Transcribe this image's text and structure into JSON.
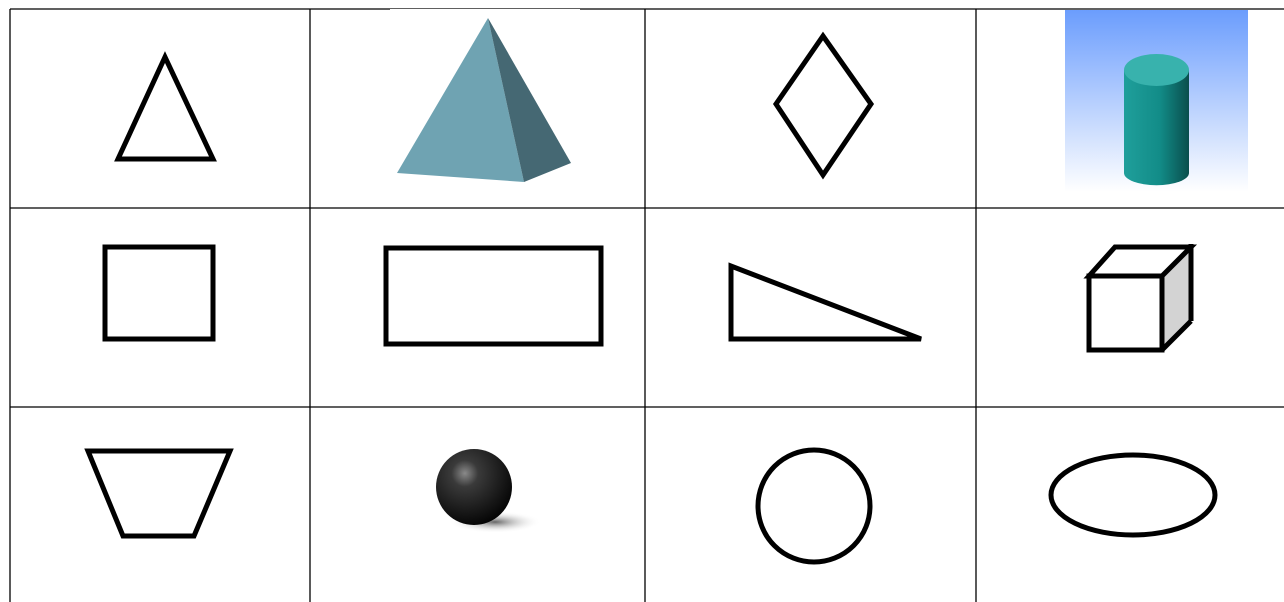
{
  "grid": {
    "rows": 3,
    "columns": 4,
    "cells": [
      {
        "shape": "triangle-outline",
        "style": "outline"
      },
      {
        "shape": "square-pyramid",
        "style": "shaded-3d",
        "colors": {
          "face_light": "#6fa3b2",
          "face_dark": "#456873"
        }
      },
      {
        "shape": "rhombus-outline",
        "style": "outline"
      },
      {
        "shape": "cylinder",
        "style": "shaded-3d",
        "colors": {
          "background_top": "#6b9dfd",
          "background_bottom": "#ffffff",
          "body": "#1c9e9a",
          "top": "#38b2ad"
        }
      },
      {
        "shape": "square-outline",
        "style": "outline"
      },
      {
        "shape": "rectangle-outline",
        "style": "outline"
      },
      {
        "shape": "right-triangle-outline",
        "style": "outline"
      },
      {
        "shape": "cube",
        "style": "line-3d",
        "colors": {
          "side_face": "#d3d3d3"
        }
      },
      {
        "shape": "trapezoid-outline",
        "style": "outline"
      },
      {
        "shape": "sphere",
        "style": "shaded-3d",
        "colors": {
          "body": "#1a1a1a",
          "shadow": "#777777"
        }
      },
      {
        "shape": "circle-outline",
        "style": "outline"
      },
      {
        "shape": "ellipse-outline",
        "style": "outline"
      }
    ]
  },
  "colors": {
    "grid_line": "#000000",
    "outline": "#000000",
    "background": "#ffffff"
  }
}
